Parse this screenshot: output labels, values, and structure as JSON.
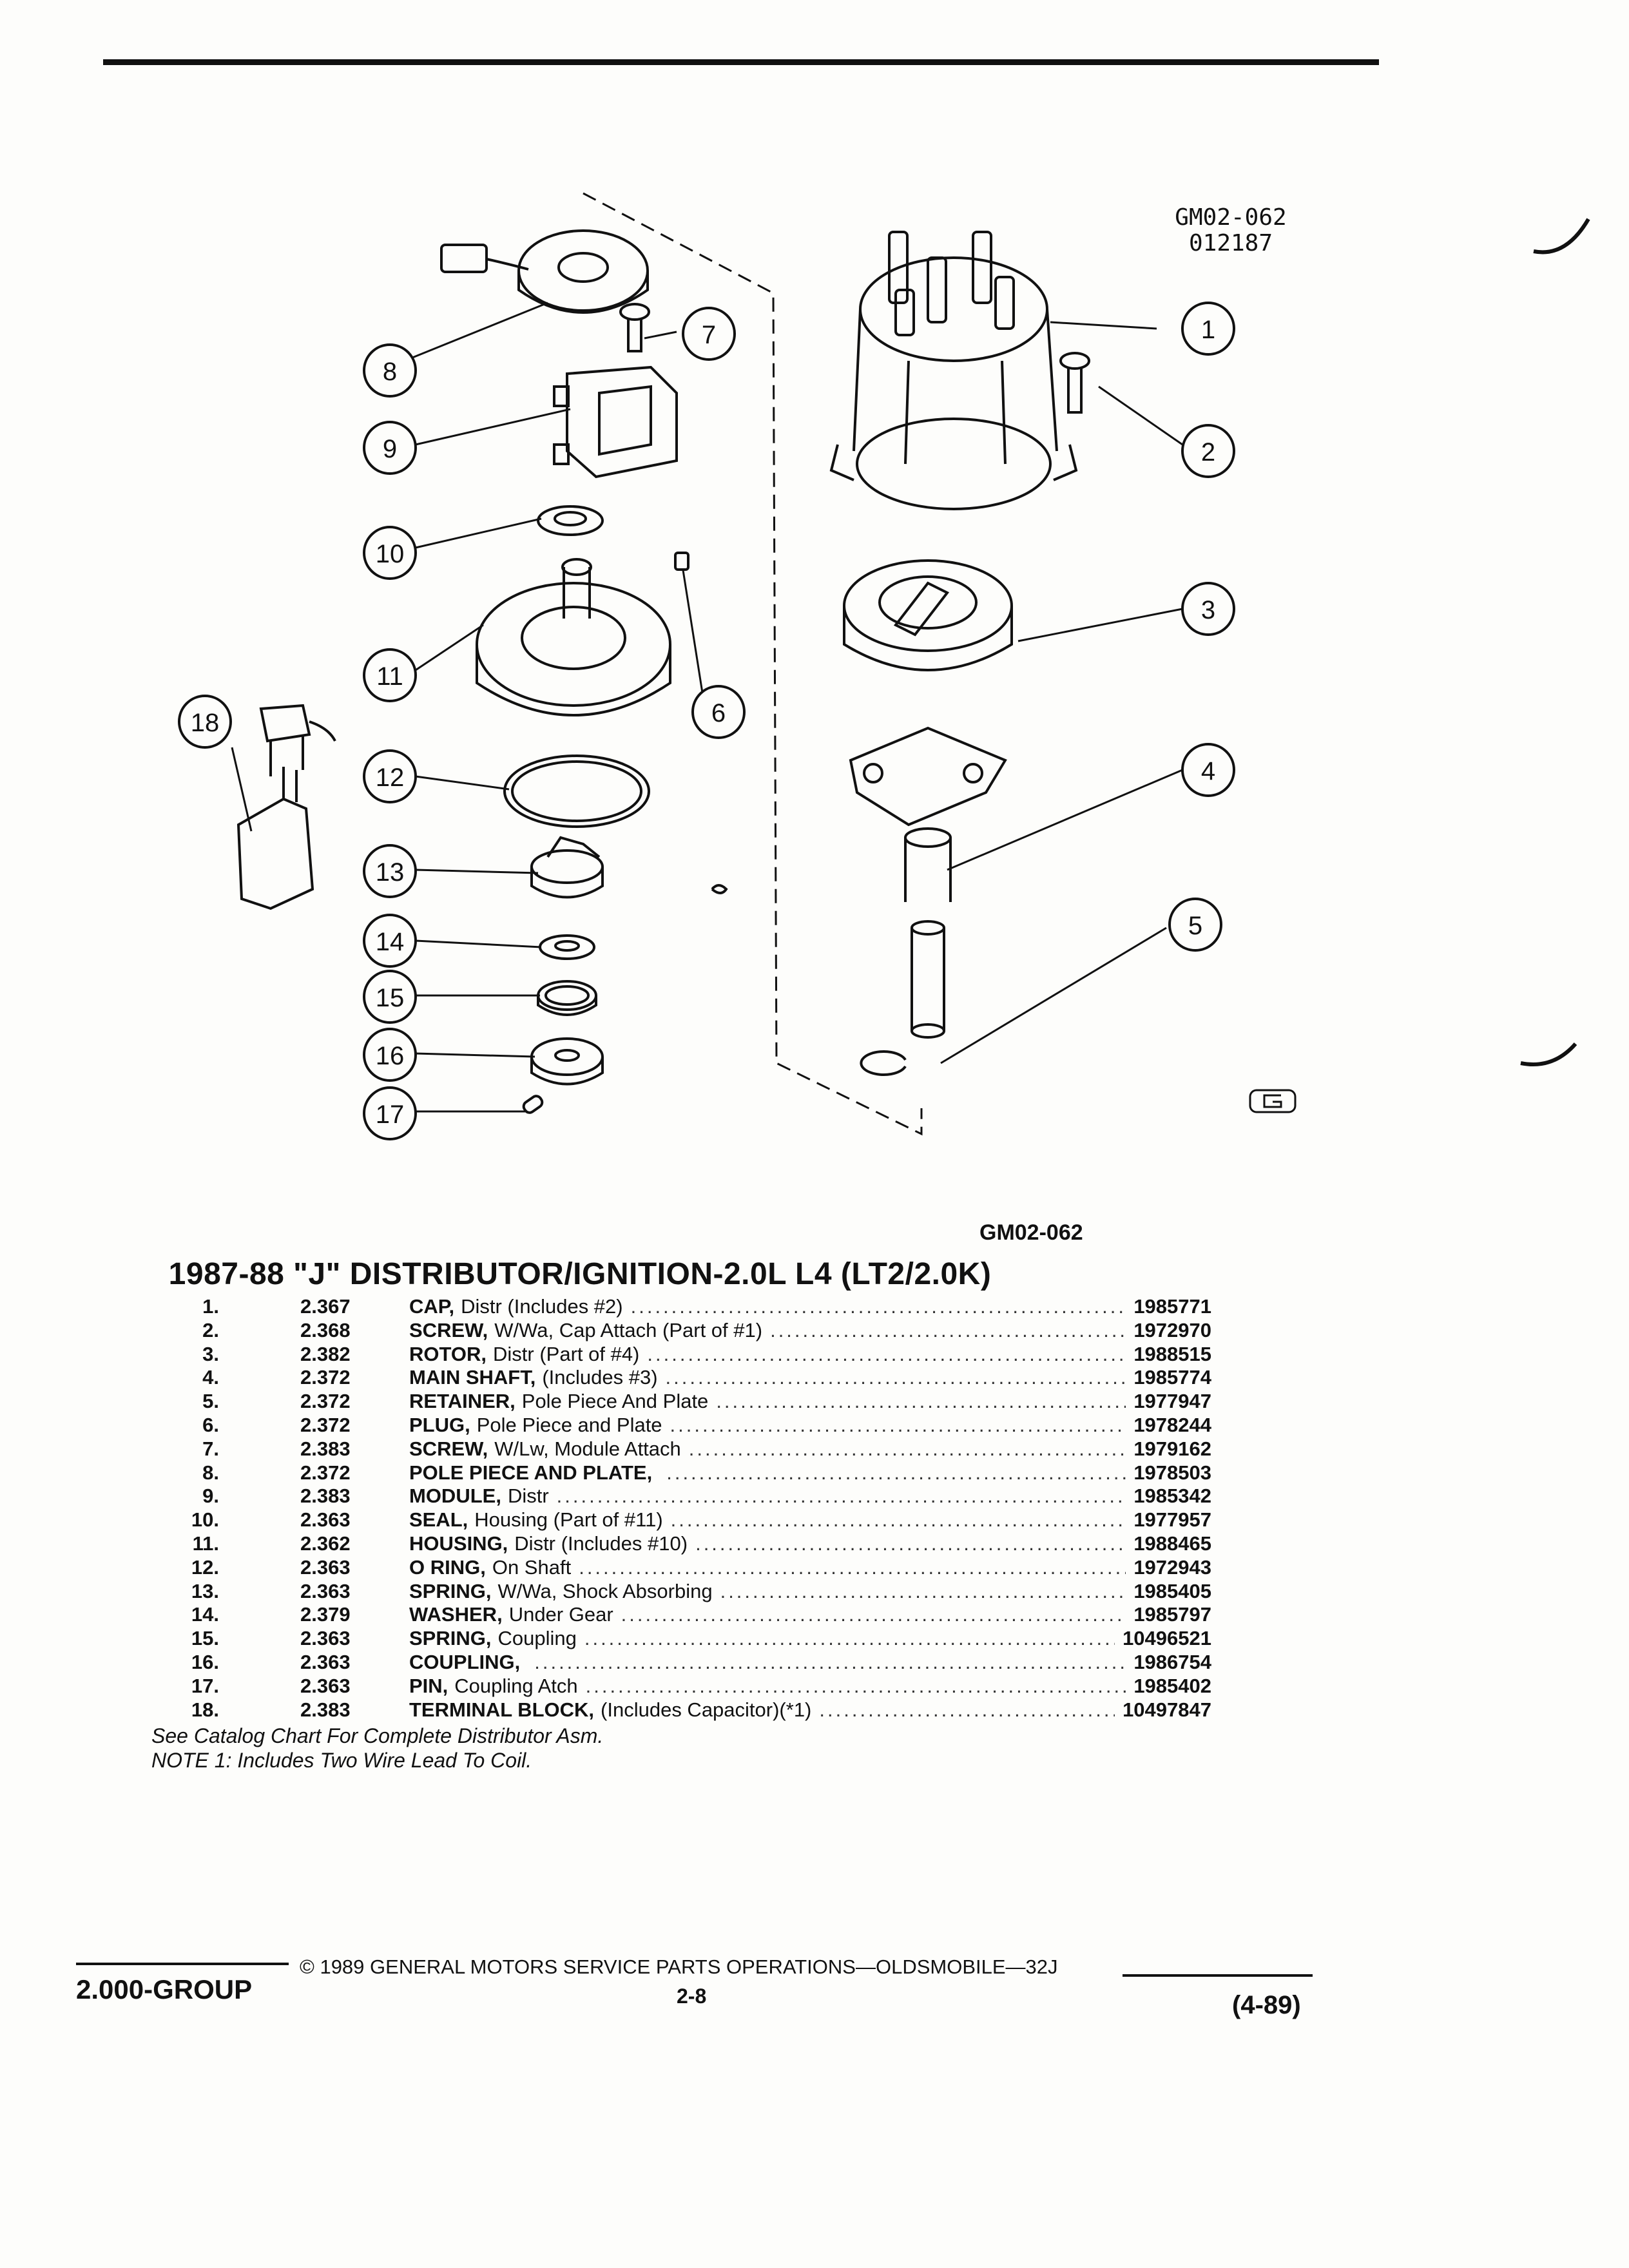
{
  "figure": {
    "code_line1": "GM02-062",
    "code_line2": "012187",
    "caption_label": "GM02-062",
    "callouts": [
      "1",
      "2",
      "3",
      "4",
      "5",
      "6",
      "7",
      "8",
      "9",
      "10",
      "11",
      "12",
      "13",
      "14",
      "15",
      "16",
      "17",
      "18"
    ]
  },
  "title": "1987-88 \"J\" DISTRIBUTOR/IGNITION-2.0L L4 (LT2/2.0K)",
  "parts": [
    {
      "no": "1.",
      "group": "2.367",
      "name": "CAP,",
      "detail": "Distr (Includes #2)",
      "part_no": "1985771"
    },
    {
      "no": "2.",
      "group": "2.368",
      "name": "SCREW,",
      "detail": "W/Wa, Cap Attach (Part of #1)",
      "part_no": "1972970"
    },
    {
      "no": "3.",
      "group": "2.382",
      "name": "ROTOR,",
      "detail": "Distr (Part of #4)",
      "part_no": "1988515"
    },
    {
      "no": "4.",
      "group": "2.372",
      "name": "MAIN SHAFT,",
      "detail": "(Includes #3)",
      "part_no": "1985774"
    },
    {
      "no": "5.",
      "group": "2.372",
      "name": "RETAINER,",
      "detail": "Pole Piece And Plate",
      "part_no": "1977947"
    },
    {
      "no": "6.",
      "group": "2.372",
      "name": "PLUG,",
      "detail": "Pole Piece and Plate",
      "part_no": "1978244"
    },
    {
      "no": "7.",
      "group": "2.383",
      "name": "SCREW,",
      "detail": "W/Lw, Module Attach",
      "part_no": "1979162"
    },
    {
      "no": "8.",
      "group": "2.372",
      "name": "POLE PIECE AND PLATE,",
      "detail": "",
      "part_no": "1978503"
    },
    {
      "no": "9.",
      "group": "2.383",
      "name": "MODULE,",
      "detail": "Distr",
      "part_no": "1985342"
    },
    {
      "no": "10.",
      "group": "2.363",
      "name": "SEAL,",
      "detail": "Housing (Part of #11)",
      "part_no": "1977957"
    },
    {
      "no": "11.",
      "group": "2.362",
      "name": "HOUSING,",
      "detail": "Distr (Includes #10)",
      "part_no": "1988465"
    },
    {
      "no": "12.",
      "group": "2.363",
      "name": "O RING,",
      "detail": "On Shaft",
      "part_no": "1972943"
    },
    {
      "no": "13.",
      "group": "2.363",
      "name": "SPRING,",
      "detail": "W/Wa, Shock Absorbing",
      "part_no": "1985405"
    },
    {
      "no": "14.",
      "group": "2.379",
      "name": "WASHER,",
      "detail": "Under Gear",
      "part_no": "1985797"
    },
    {
      "no": "15.",
      "group": "2.363",
      "name": "SPRING,",
      "detail": "Coupling",
      "part_no": "10496521"
    },
    {
      "no": "16.",
      "group": "2.363",
      "name": "COUPLING,",
      "detail": "",
      "part_no": "1986754"
    },
    {
      "no": "17.",
      "group": "2.363",
      "name": "PIN,",
      "detail": "Coupling Atch",
      "part_no": "1985402"
    },
    {
      "no": "18.",
      "group": "2.383",
      "name": "TERMINAL BLOCK,",
      "detail": "(Includes Capacitor)(*1)",
      "part_no": "10497847"
    }
  ],
  "notes": [
    "See Catalog Chart For Complete Distributor Asm.",
    "NOTE 1: Includes Two Wire Lead To Coil."
  ],
  "footer": {
    "group": "2.000-GROUP",
    "copyright": "© 1989 GENERAL MOTORS SERVICE PARTS OPERATIONS—OLDSMOBILE—32J",
    "page": "2-8",
    "date": "(4-89)"
  }
}
